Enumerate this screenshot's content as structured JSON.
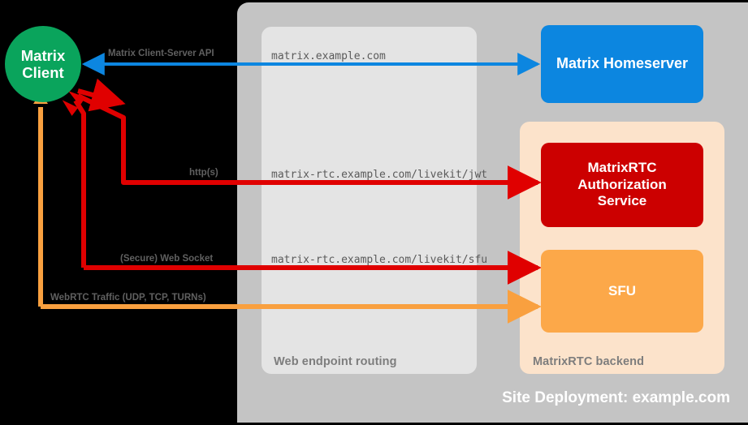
{
  "diagram": {
    "title": "Site Deployment: example.com",
    "colors": {
      "background": "#000000",
      "site_panel": "#c4c4c4",
      "web_panel": "#e4e4e4",
      "rtc_panel": "#fce3cb",
      "client": "#0aa45c",
      "homeserver": "#0c86e0",
      "auth_service": "#cc0000",
      "sfu": "#fca849",
      "blue_link": "#0c86e0",
      "red_link": "#e00000",
      "orange_link": "#f9a03f"
    }
  },
  "panels": {
    "site": {
      "label": "Site Deployment: example.com"
    },
    "web": {
      "label": "Web endpoint routing"
    },
    "rtc": {
      "label": "MatrixRTC backend"
    }
  },
  "nodes": {
    "client": {
      "line1": "Matrix",
      "line2": "Client"
    },
    "homeserver": {
      "label": "Matrix Homeserver"
    },
    "auth": {
      "line1": "MatrixRTC",
      "line2": "Authorization",
      "line3": "Service"
    },
    "sfu": {
      "label": "SFU"
    }
  },
  "connections": [
    {
      "id": "cs-api",
      "protocol_label": "Matrix Client-Server API",
      "endpoint": "matrix.example.com",
      "color": "#0c86e0",
      "direction": "bidirectional",
      "from": "client",
      "to": "homeserver"
    },
    {
      "id": "jwt",
      "protocol_label": "http(s)",
      "endpoint": "matrix-rtc.example.com/livekit/jwt",
      "color": "#e00000",
      "direction": "bidirectional",
      "from": "client",
      "to": "auth"
    },
    {
      "id": "sfu-ws",
      "protocol_label": "(Secure) Web Socket",
      "endpoint": "matrix-rtc.example.com/livekit/sfu",
      "color": "#e00000",
      "direction": "bidirectional",
      "from": "client",
      "to": "sfu"
    },
    {
      "id": "webrtc",
      "protocol_label": "WebRTC Traffic (UDP, TCP, TURNs)",
      "endpoint": "",
      "color": "#f9a03f",
      "direction": "bidirectional",
      "from": "client",
      "to": "sfu"
    }
  ]
}
